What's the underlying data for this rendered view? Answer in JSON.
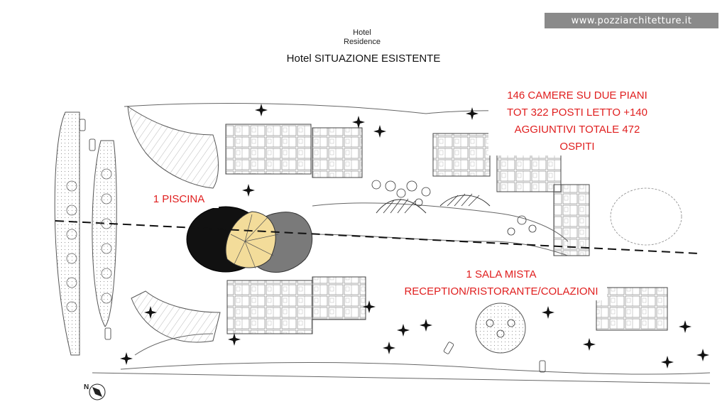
{
  "header": {
    "website": "www.pozziarchitetture.it",
    "subtitle_line1": "Hotel",
    "subtitle_line2": "Residence",
    "title": "Hotel SITUAZIONE ESISTENTE"
  },
  "annotations": {
    "rooms": [
      "146 CAMERE SU DUE PIANI",
      "TOT 322 POSTI LETTO +140",
      "AGGIUNTIVI TOTALE 472",
      "OSPITI"
    ],
    "pool": "1 PISCINA",
    "hall": [
      "1 SALA MISTA",
      "RECEPTION/RISTORANTE/COLAZIONI"
    ]
  },
  "compass": {
    "north_label": "N"
  },
  "colors": {
    "annotation": "#e01e1e",
    "badge": "#8a8a8a",
    "pool_dark": "#111111",
    "pool_yellow": "#f3dc9a",
    "pool_gray": "#7a7a7a",
    "linework": "#555555"
  }
}
